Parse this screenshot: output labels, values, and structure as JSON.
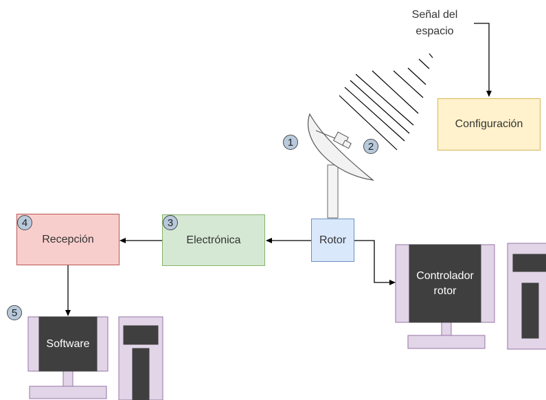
{
  "signal_label_line1": "Señal del",
  "signal_label_line2": "espacio",
  "nodes": {
    "configuracion": "Configuración",
    "rotor": "Rotor",
    "electronica": "Electrónica",
    "recepcion": "Recepción",
    "software": "Software",
    "controlador_line1": "Controlador",
    "controlador_line2": "rotor"
  },
  "badges": [
    "1",
    "2",
    "3",
    "4",
    "5"
  ],
  "colors": {
    "configuracion_fill": "#fff2cc",
    "configuracion_stroke": "#d6b656",
    "rotor_fill": "#dae8fc",
    "rotor_stroke": "#6c8ebf",
    "electronica_fill": "#d5e8d4",
    "electronica_stroke": "#82b366",
    "recepcion_fill": "#f8cecc",
    "recepcion_stroke": "#b85450",
    "computer_fill": "#e1d5e7",
    "computer_stroke": "#9673a6",
    "screen": "#3f3f3f"
  }
}
